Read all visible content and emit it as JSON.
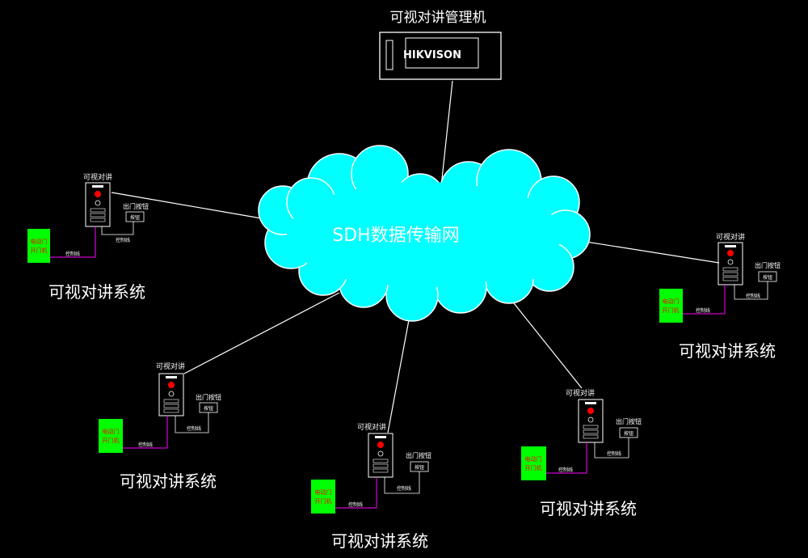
{
  "manager": {
    "title": "可视对讲管理机",
    "brand": "HIKVISON"
  },
  "network": {
    "label": "SDH数据传输网"
  },
  "subsystem_labels": {
    "system_name": "可视对讲系统",
    "intercom": "可视对讲",
    "exit_button": "出门按钮",
    "exit_button_box": "按钮",
    "lock_line1": "电动门",
    "lock_line2": "开门机",
    "control_line": "控制线"
  },
  "colors": {
    "background": "#000000",
    "line": "#ffffff",
    "cloud": "#00ffff",
    "lock_fill": "#00ff00",
    "lock_text": "#ff0000",
    "control_wire": "#ff00ff",
    "panel_red": "#ff0000"
  },
  "icons": [
    "cloud-icon",
    "intercom-panel-icon",
    "camera-icon",
    "keypad-icon",
    "lock-box-icon",
    "exit-button-icon"
  ]
}
